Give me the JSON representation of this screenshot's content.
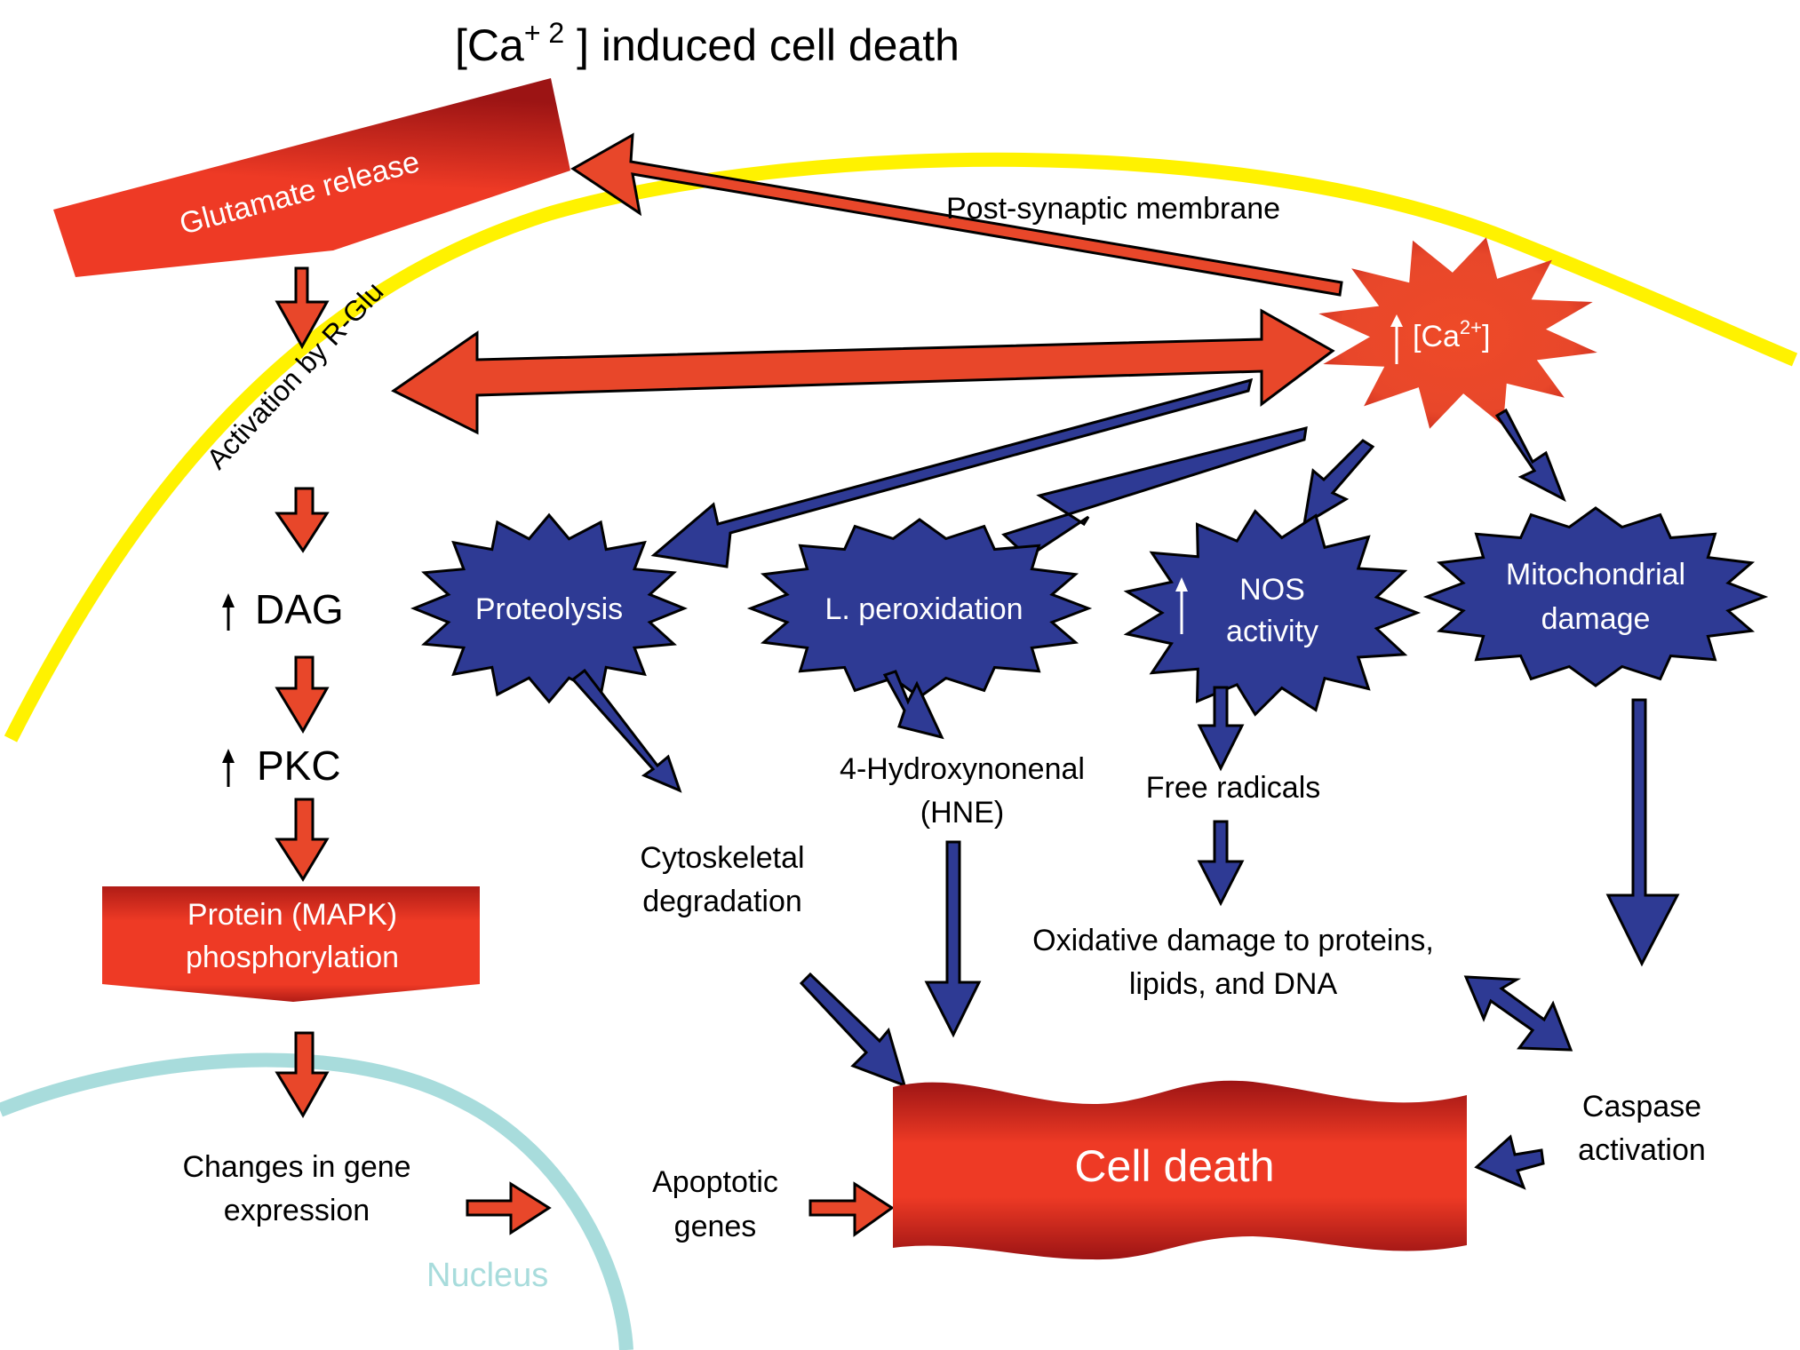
{
  "title": {
    "prefix": "[Ca",
    "sup": "+ 2",
    "suffix": " ] induced cell death"
  },
  "colors": {
    "red_arrow": "#e8472a",
    "red_box_light": "#ee3a25",
    "red_box_dark": "#9c1414",
    "blue": "#2e3a94",
    "membrane_yellow": "#fff200",
    "nucleus_cyan": "#a8dcdc",
    "text": "#000000",
    "text_on_shape": "#ffffff"
  },
  "membrane": {
    "label": "Post-synaptic membrane"
  },
  "receptor_label": "Activation by R-Glu",
  "nucleus": {
    "label": "Nucleus"
  },
  "nodes": {
    "glutamate": "Glutamate release",
    "calcium": {
      "arrow": "↑",
      "text": "[Ca",
      "sup": "2+",
      "close": "]"
    },
    "dag": {
      "arrow": "↑",
      "text": "DAG"
    },
    "pkc": {
      "arrow": "↑",
      "text": "PKC"
    },
    "mapk": {
      "line1": "Protein (MAPK)",
      "line2": "phosphorylation"
    },
    "gene_expression": {
      "line1": "Changes in gene",
      "line2": "expression"
    },
    "apoptotic_genes": {
      "line1": "Apoptotic",
      "line2": "genes"
    },
    "proteolysis": "Proteolysis",
    "lipid_peroxidation": "L. peroxidation",
    "nos": {
      "arrow": "↑",
      "line1": "NOS",
      "line2": "activity"
    },
    "mitochondrial": {
      "line1": "Mitochondrial",
      "line2": "damage"
    },
    "cytoskeletal": {
      "line1": "Cytoskeletal",
      "line2": "degradation"
    },
    "hne": {
      "line1": "4-Hydroxynonenal",
      "line2": "(HNE)"
    },
    "free_radicals": "Free radicals",
    "oxidative": {
      "line1": "Oxidative damage to proteins,",
      "line2": "lipids, and DNA"
    },
    "caspase": {
      "line1": "Caspase",
      "line2": "activation"
    },
    "cell_death": "Cell death"
  }
}
